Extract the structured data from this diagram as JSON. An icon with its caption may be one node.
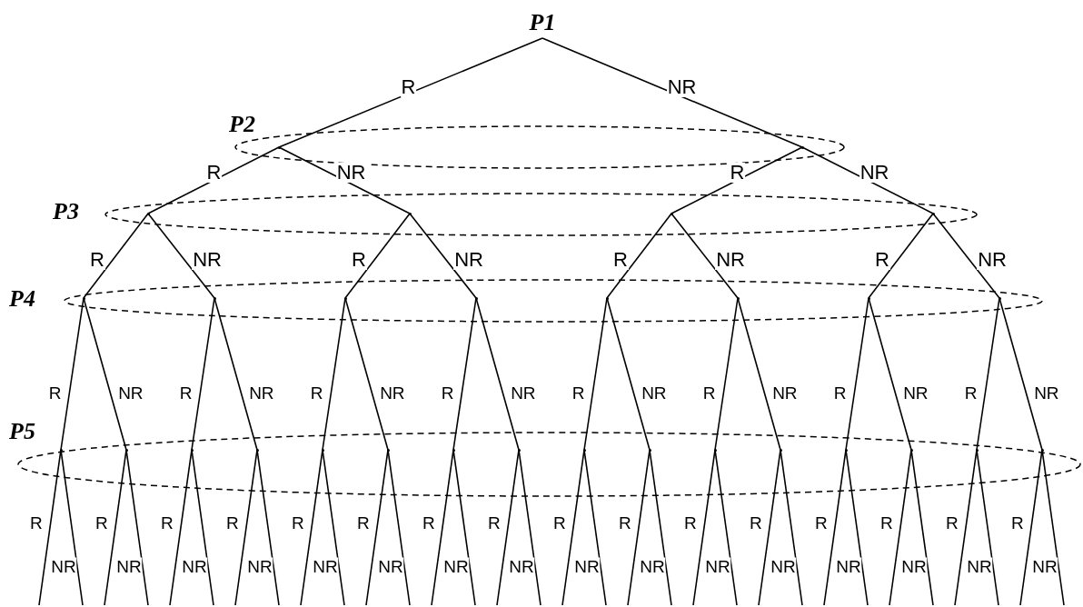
{
  "diagram": {
    "nodes": [
      {
        "text": [
          "P1"
        ]
      },
      {
        "text": [
          "P2"
        ]
      },
      {
        "text": [],
        "shape": "point",
        "in": 1
      },
      {
        "text": [],
        "shape": "point",
        "in": 1
      },
      {
        "text": [
          "P3"
        ]
      },
      {
        "text": [],
        "shape": "point",
        "in": 4
      },
      {
        "text": [],
        "shape": "point",
        "in": 4
      },
      {
        "text": [],
        "shape": "point",
        "in": 4
      },
      {
        "text": [],
        "shape": "point",
        "in": 4
      },
      {
        "text": [
          "P4"
        ]
      },
      {
        "text": [],
        "shape": "point",
        "in": 9
      },
      {
        "text": [],
        "shape": "point",
        "in": 9
      },
      {
        "text": [],
        "shape": "point",
        "in": 9
      },
      {
        "text": [],
        "shape": "point",
        "in": 9
      },
      {
        "text": [],
        "shape": "point",
        "in": 9
      },
      {
        "text": [],
        "shape": "point",
        "in": 9
      },
      {
        "text": [],
        "shape": "point",
        "in": 9
      },
      {
        "text": [],
        "shape": "point",
        "in": 9
      },
      {
        "text": [
          "P5"
        ]
      },
      {
        "text": [],
        "shape": "point",
        "in": 18
      },
      {
        "text": [],
        "shape": "point",
        "in": 18
      },
      {
        "text": [],
        "shape": "point",
        "in": 18
      },
      {
        "text": [],
        "shape": "point",
        "in": 18
      },
      {
        "text": [],
        "shape": "point",
        "in": 18
      },
      {
        "text": [],
        "shape": "point",
        "in": 18
      },
      {
        "text": [],
        "shape": "point",
        "in": 18
      },
      {
        "text": [],
        "shape": "point",
        "in": 18
      },
      {
        "text": [],
        "shape": "point",
        "in": 18
      },
      {
        "text": [],
        "shape": "point",
        "in": 18
      },
      {
        "text": [],
        "shape": "point",
        "in": 18
      },
      {
        "text": [],
        "shape": "point",
        "in": 18
      },
      {
        "text": [],
        "shape": "point",
        "in": 18
      },
      {
        "text": [],
        "shape": "point",
        "in": 18
      },
      {
        "text": [],
        "shape": "point",
        "in": 18
      },
      {
        "text": [],
        "shape": "point",
        "in": 18
      }
    ],
    "edges": [
      {
        "from": 0,
        "to": 2,
        "label": "R",
        "arrow": "none"
      },
      {
        "from": 0,
        "to": 3,
        "label": "NR",
        "arrow": "none"
      },
      {
        "from": 2,
        "to": 5,
        "label": "R",
        "arrow": "none"
      },
      {
        "from": 2,
        "to": 6,
        "label": "NR",
        "arrow": "none"
      },
      {
        "from": 3,
        "to": 7,
        "label": "R",
        "arrow": "none"
      },
      {
        "from": 3,
        "to": 8,
        "label": "NR",
        "arrow": "none"
      },
      {
        "from": 5,
        "to": 10,
        "label": "R",
        "arrow": "none"
      },
      {
        "from": 5,
        "to": 11,
        "label": "NR",
        "arrow": "none"
      },
      {
        "from": 6,
        "to": 12,
        "label": "R",
        "arrow": "none"
      },
      {
        "from": 6,
        "to": 13,
        "label": "NR",
        "arrow": "none"
      },
      {
        "from": 7,
        "to": 14,
        "label": "R",
        "arrow": "none"
      },
      {
        "from": 7,
        "to": 15,
        "label": "NR",
        "arrow": "none"
      },
      {
        "from": 8,
        "to": 16,
        "label": "R",
        "arrow": "none"
      },
      {
        "from": 8,
        "to": 17,
        "label": "NR",
        "arrow": "none"
      },
      {
        "from": 10,
        "to": 19,
        "label": "R",
        "arrow": "none"
      },
      {
        "from": 10,
        "to": 20,
        "label": "NR",
        "arrow": "none"
      },
      {
        "from": 11,
        "to": 21,
        "label": "R",
        "arrow": "none"
      },
      {
        "from": 11,
        "to": 22,
        "label": "NR",
        "arrow": "none"
      },
      {
        "from": 12,
        "to": 23,
        "label": "R",
        "arrow": "none"
      },
      {
        "from": 12,
        "to": 24,
        "label": "NR",
        "arrow": "none"
      },
      {
        "from": 13,
        "to": 25,
        "label": "R",
        "arrow": "none"
      },
      {
        "from": 13,
        "to": 26,
        "label": "NR",
        "arrow": "none"
      },
      {
        "from": 14,
        "to": 27,
        "label": "R",
        "arrow": "none"
      },
      {
        "from": 14,
        "to": 28,
        "label": "NR",
        "arrow": "none"
      },
      {
        "from": 15,
        "to": 29,
        "label": "R",
        "arrow": "none"
      },
      {
        "from": 15,
        "to": 30,
        "label": "NR",
        "arrow": "none"
      },
      {
        "from": 16,
        "to": 31,
        "label": "R",
        "arrow": "none"
      },
      {
        "from": 16,
        "to": 32,
        "label": "NR",
        "arrow": "none"
      },
      {
        "from": 17,
        "to": 33,
        "label": "R",
        "arrow": "none"
      },
      {
        "from": 17,
        "to": 34,
        "label": "NR",
        "arrow": "none"
      },
      {
        "from": 19,
        "to": null,
        "label": "R",
        "arrow": "none"
      },
      {
        "from": 19,
        "to": null,
        "label": "NR",
        "arrow": "none"
      },
      {
        "from": 20,
        "to": null,
        "label": "R",
        "arrow": "none"
      },
      {
        "from": 20,
        "to": null,
        "label": "NR",
        "arrow": "none"
      },
      {
        "from": 21,
        "to": null,
        "label": "R",
        "arrow": "none"
      },
      {
        "from": 21,
        "to": null,
        "label": "NR",
        "arrow": "none"
      },
      {
        "from": 22,
        "to": null,
        "label": "R",
        "arrow": "none"
      },
      {
        "from": 22,
        "to": null,
        "label": "NR",
        "arrow": "none"
      },
      {
        "from": 23,
        "to": null,
        "label": "R",
        "arrow": "none"
      },
      {
        "from": 23,
        "to": null,
        "label": "NR",
        "arrow": "none"
      },
      {
        "from": 24,
        "to": null,
        "label": "R",
        "arrow": "none"
      },
      {
        "from": 24,
        "to": null,
        "label": "NR",
        "arrow": "none"
      },
      {
        "from": 25,
        "to": null,
        "label": "R",
        "arrow": "none"
      },
      {
        "from": 25,
        "to": null,
        "label": "NR",
        "arrow": "none"
      },
      {
        "from": 26,
        "to": null,
        "label": "R",
        "arrow": "none"
      },
      {
        "from": 26,
        "to": null,
        "label": "NR",
        "arrow": "none"
      },
      {
        "from": 27,
        "to": null,
        "label": "R",
        "arrow": "none"
      },
      {
        "from": 27,
        "to": null,
        "label": "NR",
        "arrow": "none"
      },
      {
        "from": 28,
        "to": null,
        "label": "R",
        "arrow": "none"
      },
      {
        "from": 28,
        "to": null,
        "label": "NR",
        "arrow": "none"
      },
      {
        "from": 29,
        "to": null,
        "label": "R",
        "arrow": "none"
      },
      {
        "from": 29,
        "to": null,
        "label": "NR",
        "arrow": "none"
      },
      {
        "from": 30,
        "to": null,
        "label": "R",
        "arrow": "none"
      },
      {
        "from": 30,
        "to": null,
        "label": "NR",
        "arrow": "none"
      },
      {
        "from": 31,
        "to": null,
        "label": "R",
        "arrow": "none"
      },
      {
        "from": 31,
        "to": null,
        "label": "NR",
        "arrow": "none"
      },
      {
        "from": 32,
        "to": null,
        "label": "R",
        "arrow": "none"
      },
      {
        "from": 32,
        "to": null,
        "label": "NR",
        "arrow": "none"
      },
      {
        "from": 33,
        "to": null,
        "label": "R",
        "arrow": "none"
      },
      {
        "from": 33,
        "to": null,
        "label": "NR",
        "arrow": "none"
      },
      {
        "from": 34,
        "to": null,
        "label": "R",
        "arrow": "none"
      },
      {
        "from": 34,
        "to": null,
        "label": "NR",
        "arrow": "none"
      }
    ]
  }
}
